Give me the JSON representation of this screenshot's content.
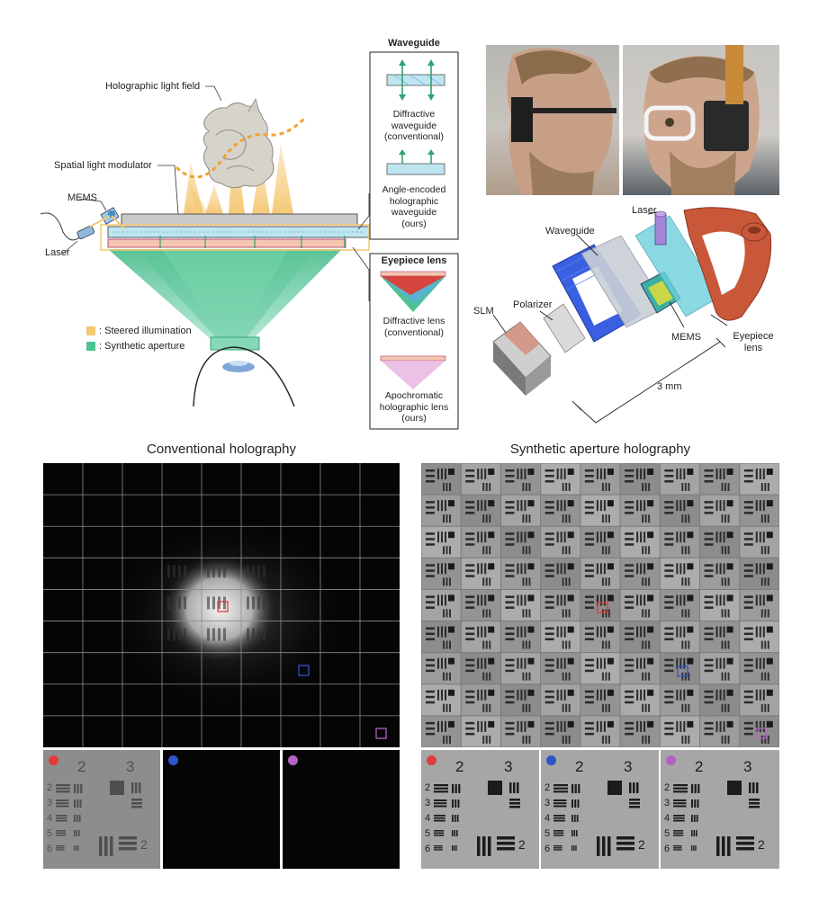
{
  "colors": {
    "illumination": "#f4c771",
    "aperture": "#4fc293",
    "red_marker": "#e23b3b",
    "blue_marker": "#2f55c9",
    "purple_marker": "#b461c6",
    "render_blue": "#3f6fe0",
    "render_orange": "#c9583a"
  },
  "icons": [
    "eye-icon",
    "laser-icon",
    "mems-mirror-icon",
    "dragon-icon",
    "waveguide-icon",
    "lens-icon",
    "glasses-prototype-icon"
  ],
  "schematic": {
    "labels": {
      "light_field": "Holographic light field",
      "slm": "Spatial light modulator",
      "mems": "MEMS",
      "laser": "Laser"
    },
    "legend": [
      {
        "label": ": Steered illumination"
      },
      {
        "label": ": Synthetic aperture"
      }
    ]
  },
  "waveguide_box": {
    "title": "Waveguide",
    "conventional": "Diffractive\nwaveguide\n(conventional)",
    "ours": "Angle-encoded\nholographic\nwaveguide\n(ours)"
  },
  "lens_box": {
    "title": "Eyepiece lens",
    "conventional": "Diffractive lens\n(conventional)",
    "ours": "Apochromatic\nholographic lens\n(ours)"
  },
  "exploded": {
    "labels": {
      "laser": "Laser",
      "waveguide": "Waveguide",
      "polarizer": "Polarizer",
      "slm": "SLM",
      "mems": "MEMS",
      "eyepiece": "Eyepiece\nlens",
      "scale": "3 mm"
    }
  },
  "results": {
    "conventional_title": "Conventional holography",
    "synthetic_title": "Synthetic aperture holography",
    "grid_divisions": 9,
    "usaf_digits": {
      "big_left": "2",
      "big_right": "3",
      "rows": [
        "2",
        "3",
        "4",
        "5",
        "6"
      ],
      "corner": "2"
    }
  }
}
